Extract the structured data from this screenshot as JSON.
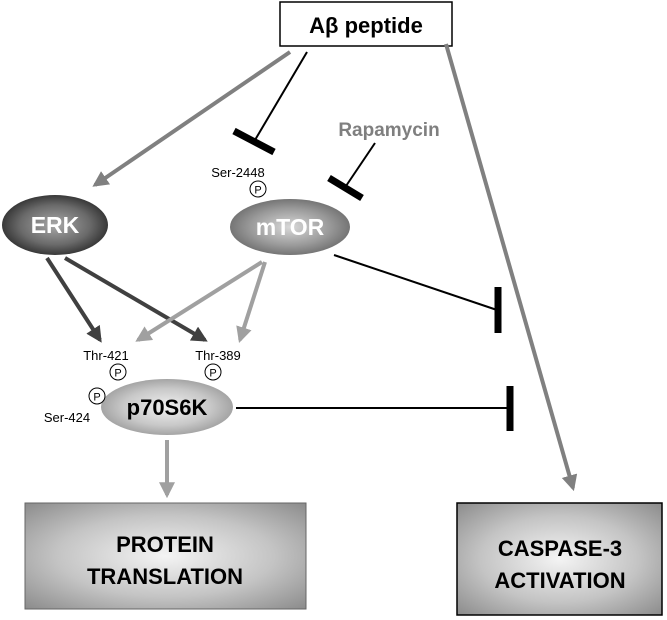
{
  "source_box": {
    "label": "Aβ peptide"
  },
  "rapamycin": {
    "label": "Rapamycin"
  },
  "nodes": {
    "erk": {
      "label": "ERK"
    },
    "mtor": {
      "label": "mTOR",
      "site": "Ser-2448",
      "phospho": "P"
    },
    "p70s6k": {
      "label": "p70S6K",
      "sites": [
        "Thr-421",
        "Thr-389",
        "Ser-424"
      ],
      "phospho": "P"
    }
  },
  "outputs": {
    "protein_translation": {
      "line1": "PROTEIN",
      "line2": "TRANSLATION"
    },
    "caspase": {
      "line1": "CASPASE-3",
      "line2": "ACTIVATION"
    }
  },
  "colors": {
    "dark_arrow": "#404040",
    "gray_arrow": "#808080",
    "light_arrow": "#a0a0a0",
    "inhibit": "#000000",
    "rapamycin_text": "#7f7f7f"
  }
}
